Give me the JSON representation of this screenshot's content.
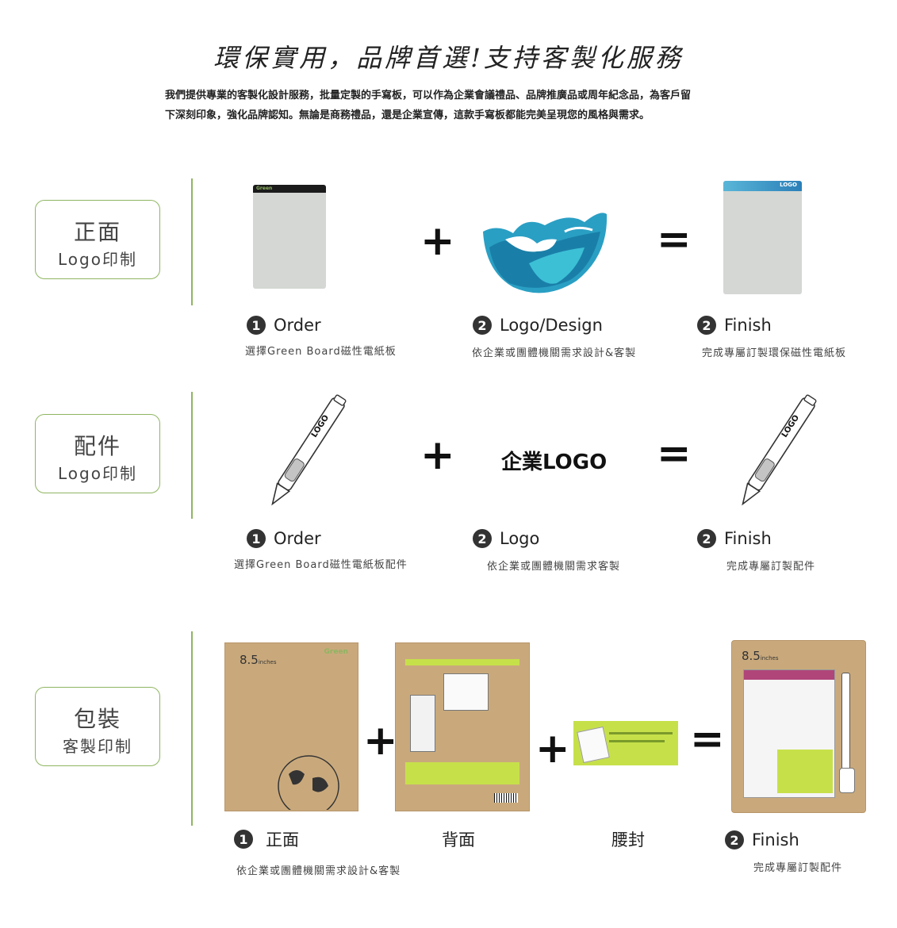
{
  "title": "環保實用，品牌首選!支持客製化服務",
  "intro": {
    "line1": "我們提供專業的客製化設計服務，批量定製的手寫板，可以作為企業會議禮品、品牌推廣品或周年紀念品，為客戶留",
    "line2": "下深刻印象，強化品牌認知。無論是商務禮品，還是企業宣傳，這款手寫板都能完美呈現您的風格與需求。"
  },
  "sections": [
    {
      "label1": "正面",
      "label2": "Logo印制",
      "steps": [
        {
          "num": "1",
          "title": "Order",
          "desc": "選擇Green Board磁性電紙板"
        },
        {
          "num": "2",
          "title": "Logo/Design",
          "desc": "依企業或團體機關需求設計&客製"
        },
        {
          "num": "2",
          "title": "Finish",
          "desc": "完成專屬訂製環保磁性電紙板"
        }
      ],
      "logo_tag": "LOGO"
    },
    {
      "label1": "配件",
      "label2": "Logo印制",
      "steps": [
        {
          "num": "1",
          "title": "Order",
          "desc": "選擇Green Board磁性電紙板配件"
        },
        {
          "num": "2",
          "title": "Logo",
          "desc": "依企業或團體機關需求客製"
        },
        {
          "num": "2",
          "title": "Finish",
          "desc": "完成專屬訂製配件"
        }
      ],
      "corp_logo": "企業LOGO",
      "pen_logo": "LOGO"
    },
    {
      "label1": "包裝",
      "label2": "客製印制",
      "steps": [
        {
          "num": "1",
          "title": "正面",
          "desc": "依企業或團體機關需求設計&客製"
        },
        {
          "title": "背面"
        },
        {
          "title": "腰封"
        },
        {
          "num": "2",
          "title": "Finish",
          "desc": "完成專屬訂製配件"
        }
      ],
      "size_label": "8.5",
      "size_unit": "inches",
      "brand": "Green"
    }
  ],
  "operators": {
    "plus": "+",
    "equals": "="
  },
  "colors": {
    "accent": "#8fb561",
    "kraft": "#c9a97c",
    "wave": "#2a9fc4"
  }
}
